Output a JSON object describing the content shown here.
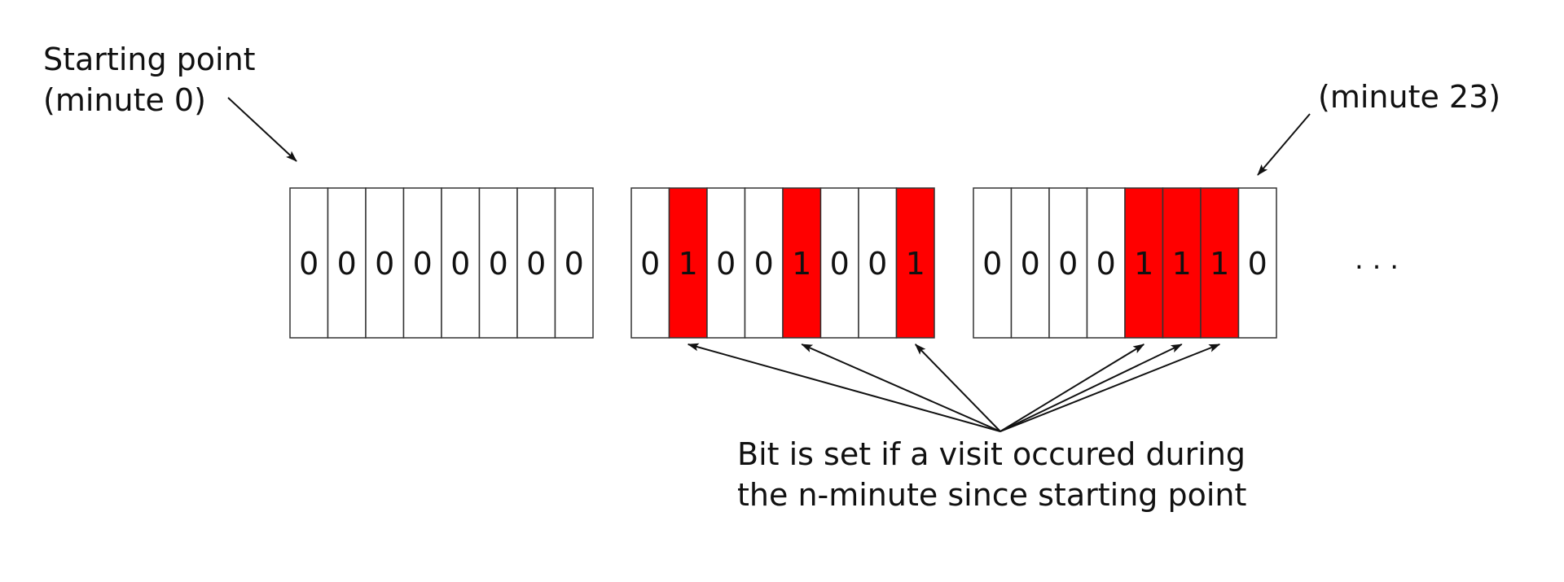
{
  "labels": {
    "start_line1": "Starting point",
    "start_line2": "(minute 0)",
    "end_label": "(minute 23)",
    "note_line1": "Bit is set if a visit occured during",
    "note_line2": "the n-minute since starting point",
    "ellipsis": ". . ."
  },
  "bytes": [
    [
      "0",
      "0",
      "0",
      "0",
      "0",
      "0",
      "0",
      "0"
    ],
    [
      "0",
      "1",
      "0",
      "0",
      "1",
      "0",
      "0",
      "1"
    ],
    [
      "0",
      "0",
      "0",
      "0",
      "1",
      "1",
      "1",
      "0"
    ]
  ],
  "colors": {
    "set_bit": "#ff0000",
    "unset_bit": "#ffffff",
    "border": "#333333",
    "text": "#111111"
  }
}
